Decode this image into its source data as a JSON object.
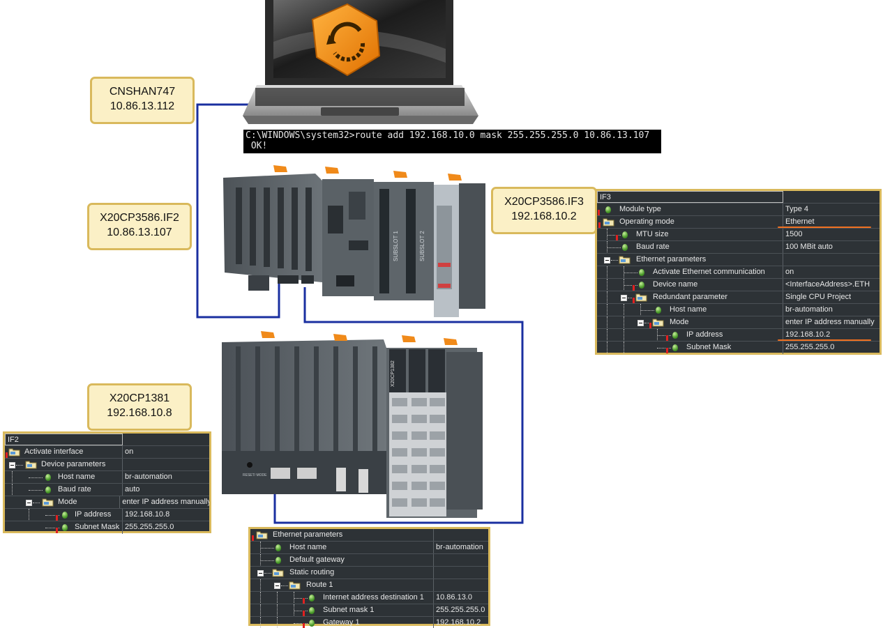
{
  "labels": {
    "pc": {
      "name": "CNSHAN747",
      "ip": "10.86.13.112"
    },
    "plc_if2": {
      "name": "X20CP3586.IF2",
      "ip": "10.86.13.107"
    },
    "plc_if3": {
      "name": "X20CP3586.IF3",
      "ip": "192.168.10.2"
    },
    "cp1381": {
      "name": "X20CP1381",
      "ip": "192.168.10.8"
    }
  },
  "console": {
    "line1": "C:\\WINDOWS\\system32>route add 192.168.10.0 mask 255.255.255.0 10.86.13.107",
    "line2": " OK!"
  },
  "if3_table": {
    "header": "IF3",
    "rows": [
      {
        "name": "Module type",
        "value": "Type 4"
      },
      {
        "name": "Operating mode",
        "value": "Ethernet"
      },
      {
        "name": "MTU size",
        "value": "1500"
      },
      {
        "name": "Baud rate",
        "value": "100 MBit auto"
      },
      {
        "name": "Ethernet parameters",
        "value": ""
      },
      {
        "name": "Activate Ethernet communication",
        "value": "on"
      },
      {
        "name": "Device name",
        "value": "<InterfaceAddress>.ETH"
      },
      {
        "name": "Redundant parameter",
        "value": "Single CPU Project"
      },
      {
        "name": "Host name",
        "value": "br-automation"
      },
      {
        "name": "Mode",
        "value": "enter IP address manually"
      },
      {
        "name": "IP address",
        "value": "192.168.10.2"
      },
      {
        "name": "Subnet Mask",
        "value": "255.255.255.0"
      }
    ]
  },
  "if2_table": {
    "header": "IF2",
    "rows": [
      {
        "name": "Activate interface",
        "value": "on"
      },
      {
        "name": "Device parameters",
        "value": ""
      },
      {
        "name": "Host name",
        "value": "br-automation"
      },
      {
        "name": "Baud rate",
        "value": "auto"
      },
      {
        "name": "Mode",
        "value": "enter IP address manually"
      },
      {
        "name": "IP address",
        "value": "192.168.10.8"
      },
      {
        "name": "Subnet Mask",
        "value": "255.255.255.0"
      }
    ]
  },
  "routing_table": {
    "rows": [
      {
        "name": "Ethernet parameters",
        "value": ""
      },
      {
        "name": "Host name",
        "value": "br-automation"
      },
      {
        "name": "Default gateway",
        "value": ""
      },
      {
        "name": "Static routing",
        "value": ""
      },
      {
        "name": "Route 1",
        "value": ""
      },
      {
        "name": "Internet address destination 1",
        "value": "10.86.13.0"
      },
      {
        "name": "Subnet mask 1",
        "value": "255.255.255.0"
      },
      {
        "name": "Gateway 1",
        "value": "192.168.10.2"
      }
    ]
  },
  "module_text": {
    "subslot1": "SUBSLOT 1",
    "subslot2": "SUBSLOT 2",
    "cp1382": "X20CP1382",
    "reset": "RESET/ MODE"
  },
  "colors": {
    "cable": "#1a2fa0",
    "label_bg": "#fbf0c6",
    "label_border": "#d9b95c",
    "highlight": "#f07020",
    "panel_bg": "#2d3236"
  }
}
